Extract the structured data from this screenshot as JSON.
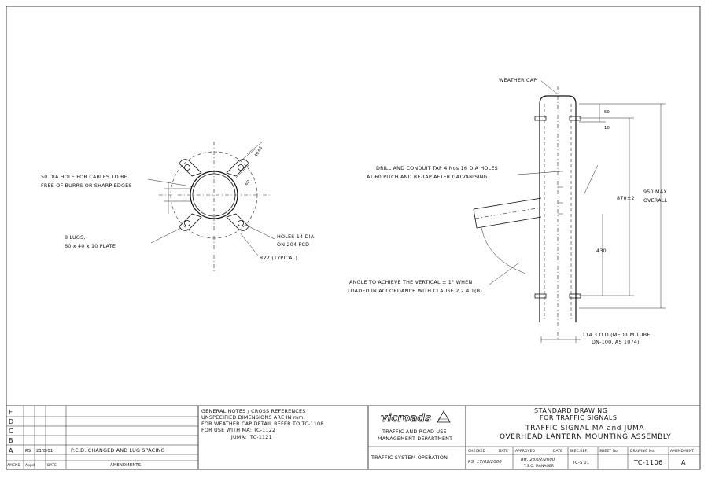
{
  "plan_view": {
    "hole_note_line1": "50 DIA HOLE FOR CABLES TO BE",
    "hole_note_line2": "FREE OF BURRS OR SHARP EDGES",
    "lugs_line1": "8 LUGS,",
    "lugs_line2": "60 x 40 x 10 PLATE",
    "holes_line1": "HOLES 14 DIA",
    "holes_line2": "ON 204 PCD",
    "radius": "R27 (TYPICAL)",
    "dim_40": "40±1",
    "dim_60": "60"
  },
  "elevation_view": {
    "weather_cap": "WEATHER CAP",
    "drill_line1": "DRILL AND CONDUIT TAP 4 Nos 16 DIA HOLES",
    "drill_line2": "AT 60 PITCH  AND RE-TAP AFTER GALVANISING",
    "angle_line1": "ANGLE TO ACHIEVE THE VERTICAL ± 1° WHEN",
    "angle_line2": "LOADED IN ACCORDANCE WITH CLAUSE 2.2.4.1(B)",
    "tube_line1": "114.3 O.D (MEDIUM TUBE",
    "tube_line2": "DN-100, AS 1074)",
    "dim_50": "50",
    "dim_10": "10",
    "dim_870": "870±2",
    "dim_430": "430",
    "overall_line1": "950 MAX",
    "overall_line2": "OVERALL"
  },
  "title_block": {
    "revisions": [
      "E",
      "D",
      "C",
      "B",
      "A"
    ],
    "amendment_a": {
      "by": "RS",
      "date": "21/8/01",
      "text": "P.C.D. CHANGED AND LUG SPACING"
    },
    "headers": {
      "amend": "AMEND",
      "appd": "Appd",
      "date": "DATE",
      "amendments": "AMENDMENTS"
    },
    "notes": [
      "GENERAL NOTES / CROSS REFERENCES",
      "UNSPECIFIED DIMENSIONS ARE IN mm.",
      "FOR WEATHER CAP DETAIL REFER TO TC-1108.",
      "FOR USE WITH MA:  TC-1122",
      "                 JUMA:  TC-1121"
    ],
    "logo": "vicroads",
    "dept_line1": "TRAFFIC AND ROAD USE",
    "dept_line2": "MANAGEMENT DEPARTMENT",
    "division": "TRAFFIC SYSTEM OPERATION",
    "std_line1": "STANDARD DRAWING",
    "std_line2": "FOR TRAFFIC SIGNALS",
    "title_line1": "TRAFFIC SIGNAL MA and JUMA",
    "title_line2": "OVERHEAD LANTERN MOUNTING ASSEMBLY",
    "labels": {
      "checked": "CHECKED",
      "date": "DATE",
      "approved": "APPROVED",
      "date2": "DATE",
      "spec_ref": "SPEC.REF.",
      "sheet_no": "SHEET No.",
      "drawing_no": "DRAWING No.",
      "amendment": "AMENDMENT"
    },
    "checked_value": "RS. 17/02/2000",
    "approved_value": "BH. 23/02/2000",
    "approved_role": "T.S.O. MANAGER",
    "spec_ref_value": "TC-S 01",
    "sheet_no_value": "",
    "drawing_no_value": "TC-1106",
    "amendment_value": "A"
  }
}
